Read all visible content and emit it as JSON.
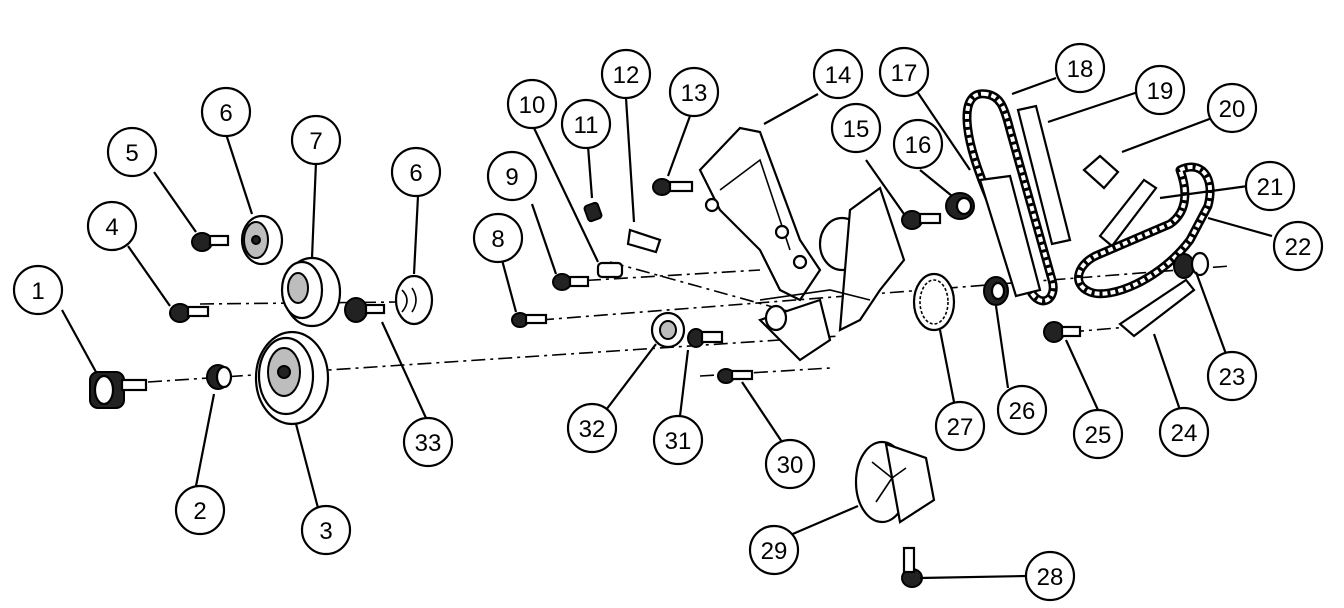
{
  "diagram": {
    "callouts": [
      "1",
      "2",
      "3",
      "4",
      "5",
      "6",
      "7",
      "6",
      "8",
      "9",
      "10",
      "11",
      "12",
      "13",
      "14",
      "15",
      "16",
      "17",
      "18",
      "19",
      "20",
      "21",
      "22",
      "23",
      "24",
      "25",
      "26",
      "27",
      "28",
      "29",
      "30",
      "31",
      "32",
      "33"
    ]
  },
  "colors": {
    "ink": "#000000",
    "paper": "#ffffff",
    "shade": "#bdbdbd"
  }
}
